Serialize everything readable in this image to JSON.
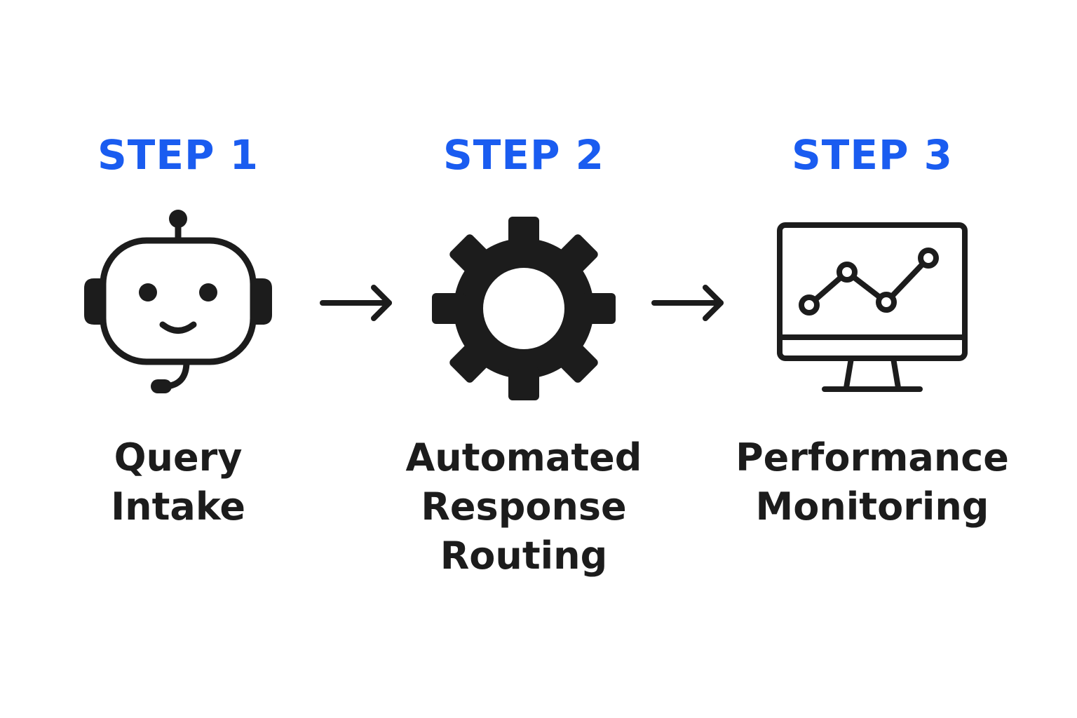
{
  "colors": {
    "accent": "#1a5cf0",
    "ink": "#1c1c1c"
  },
  "steps": [
    {
      "label": "STEP 1",
      "icon": "robot-headset-icon",
      "title_lines": [
        "Query",
        "Intake"
      ]
    },
    {
      "label": "STEP 2",
      "icon": "gear-icon",
      "title_lines": [
        "Automated",
        "Response",
        "Routing"
      ]
    },
    {
      "label": "STEP 3",
      "icon": "monitor-line-chart-icon",
      "title_lines": [
        "Performance",
        "Monitoring"
      ]
    }
  ],
  "connectors": [
    {
      "from": "STEP 1",
      "to": "STEP 2",
      "icon": "arrow-right-icon"
    },
    {
      "from": "STEP 2",
      "to": "STEP 3",
      "icon": "arrow-right-icon"
    }
  ]
}
